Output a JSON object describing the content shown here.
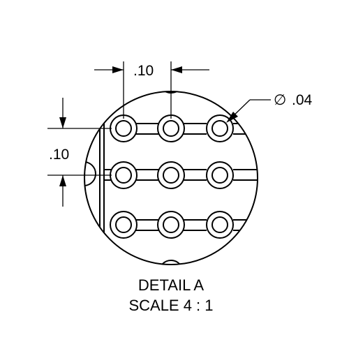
{
  "dimensions": {
    "horizontal_spacing": ".10",
    "vertical_spacing": ".10",
    "hole_diameter_symbol": "∅",
    "hole_diameter_value": ".04"
  },
  "detail": {
    "title": "DETAIL A",
    "scale": "SCALE 4 : 1"
  },
  "colors": {
    "line": "#000000",
    "background": "#ffffff"
  }
}
